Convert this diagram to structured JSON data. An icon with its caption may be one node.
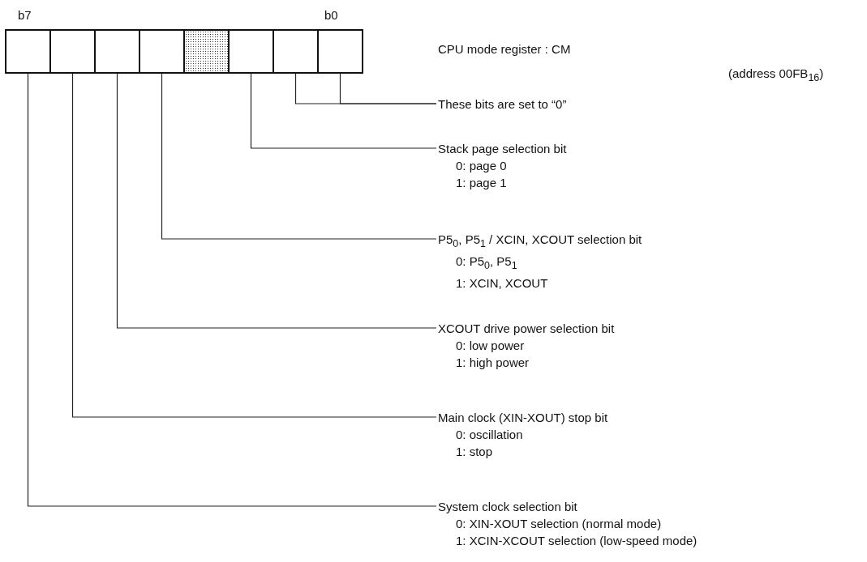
{
  "diagram": {
    "title": "CPU mode register : CM",
    "nodes": [
      {
        "text": [],
        "shape": "box"
      },
      {
        "text": [],
        "shape": "box"
      },
      {
        "text": [],
        "shape": "box"
      },
      {
        "text": [],
        "shape": "box"
      },
      {
        "text": [],
        "shape": "box"
      },
      {
        "text": [],
        "shape": "box"
      },
      {
        "text": [],
        "shape": "box"
      },
      {
        "text": [],
        "shape": "box"
      },
      {
        "text": [
          "These bits are set to “0”"
        ]
      },
      {
        "text": [
          "Stack page selection bit",
          "0: page 0",
          "1: page 1"
        ]
      },
      {
        "text": [
          "P5$_{0}$, P5$_{1}$ / XCIN, XCOUT selection bit",
          "0: P5$_{0}$, P5$_{1}$",
          "1: XCIN, XCOUT"
        ]
      },
      {
        "text": [
          "XCOUT drive power selection bit",
          "0: low power",
          "1: high power"
        ]
      },
      {
        "text": [
          "Main clock (XIN-XOUT) stop bit",
          "0: oscillation",
          "1: stop"
        ]
      },
      {
        "text": [
          "System clock selection bit",
          "0: XIN-XOUT selection (normal mode)",
          "1: XCIN-XCOUT selection (low-speed mode)"
        ]
      }
    ],
    "edges": [
      {
        "from": 8,
        "to": 6,
        "arrow": "none"
      },
      {
        "from": 8,
        "to": 7,
        "arrow": "none"
      },
      {
        "from": 9,
        "to": 5,
        "arrow": "none"
      },
      {
        "from": 10,
        "to": 3,
        "arrow": "none"
      },
      {
        "from": 11,
        "to": 2,
        "arrow": "none"
      },
      {
        "from": 12,
        "to": 1,
        "arrow": "none"
      },
      {
        "from": 13,
        "to": 0,
        "arrow": "none"
      }
    ],
    "labels": [
      "b7",
      "b0",
      "(address 00FB$_{16}$)"
    ]
  }
}
